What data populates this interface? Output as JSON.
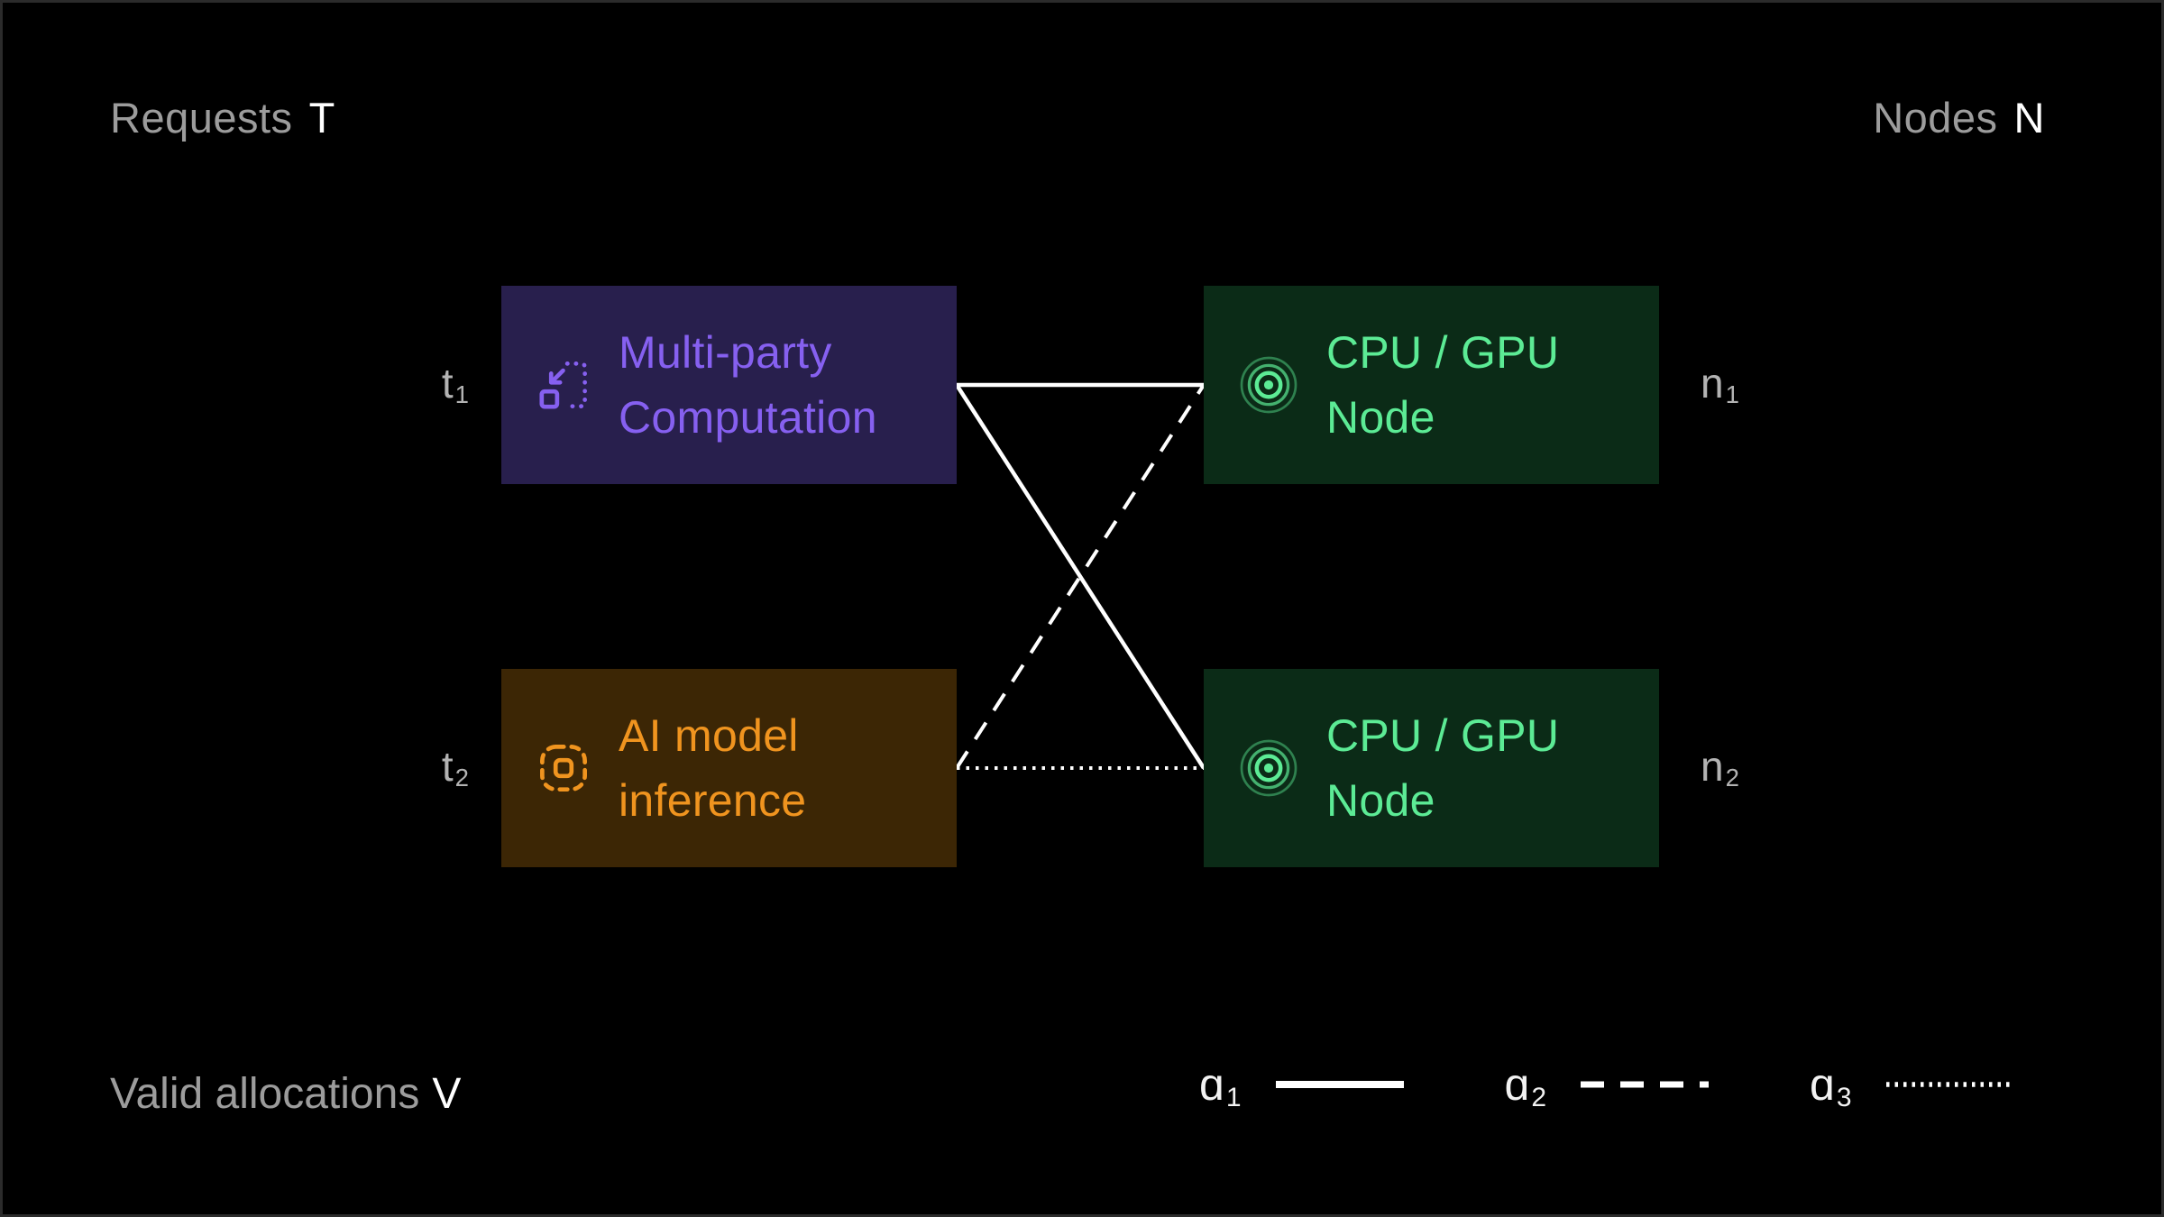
{
  "palette": {
    "background": "#000000",
    "frame_border": "#2b2b2b",
    "edge": "#ffffff",
    "muted_text": "#9c9c9c",
    "side_label_text": "#b3b3b3",
    "highlight_text": "#ffffff"
  },
  "header": {
    "left": {
      "label": "Requests",
      "symbol": "T"
    },
    "right": {
      "label": "Nodes",
      "symbol": "N"
    }
  },
  "requests": [
    {
      "id": "t1",
      "label": "t",
      "label_sub": "1",
      "lines": [
        "Multi-party",
        "Computation"
      ],
      "bg": "#281F4D",
      "fg": "#8660F0",
      "icon": "mpc-icon"
    },
    {
      "id": "t2",
      "label": "t",
      "label_sub": "2",
      "lines": [
        "AI model",
        "inference"
      ],
      "bg": "#3C2605",
      "fg": "#F0941F",
      "icon": "ai-inference-icon"
    }
  ],
  "nodes": [
    {
      "id": "n1",
      "label": "n",
      "label_sub": "1",
      "lines": [
        "CPU / GPU",
        "Node"
      ],
      "bg": "#0B2B17",
      "fg": "#5CEB95",
      "icon": "node-target-icon"
    },
    {
      "id": "n2",
      "label": "n",
      "label_sub": "2",
      "lines": [
        "CPU / GPU",
        "Node"
      ],
      "bg": "#0B2B17",
      "fg": "#5CEB95",
      "icon": "node-target-icon"
    }
  ],
  "edges": [
    {
      "from": "t1",
      "to": "n1",
      "style": "solid",
      "allocation": "ɑ1"
    },
    {
      "from": "t1",
      "to": "n2",
      "style": "solid",
      "allocation": "ɑ1"
    },
    {
      "from": "t2",
      "to": "n1",
      "style": "dashed",
      "allocation": "ɑ2"
    },
    {
      "from": "t2",
      "to": "n2",
      "style": "dotted",
      "allocation": "ɑ3"
    }
  ],
  "footer": {
    "label": "Valid allocations",
    "symbol": "V"
  },
  "legend": [
    {
      "label": "ɑ",
      "sub": "1",
      "style": "solid"
    },
    {
      "label": "ɑ",
      "sub": "2",
      "style": "dashed"
    },
    {
      "label": "ɑ",
      "sub": "3",
      "style": "dotted"
    }
  ]
}
